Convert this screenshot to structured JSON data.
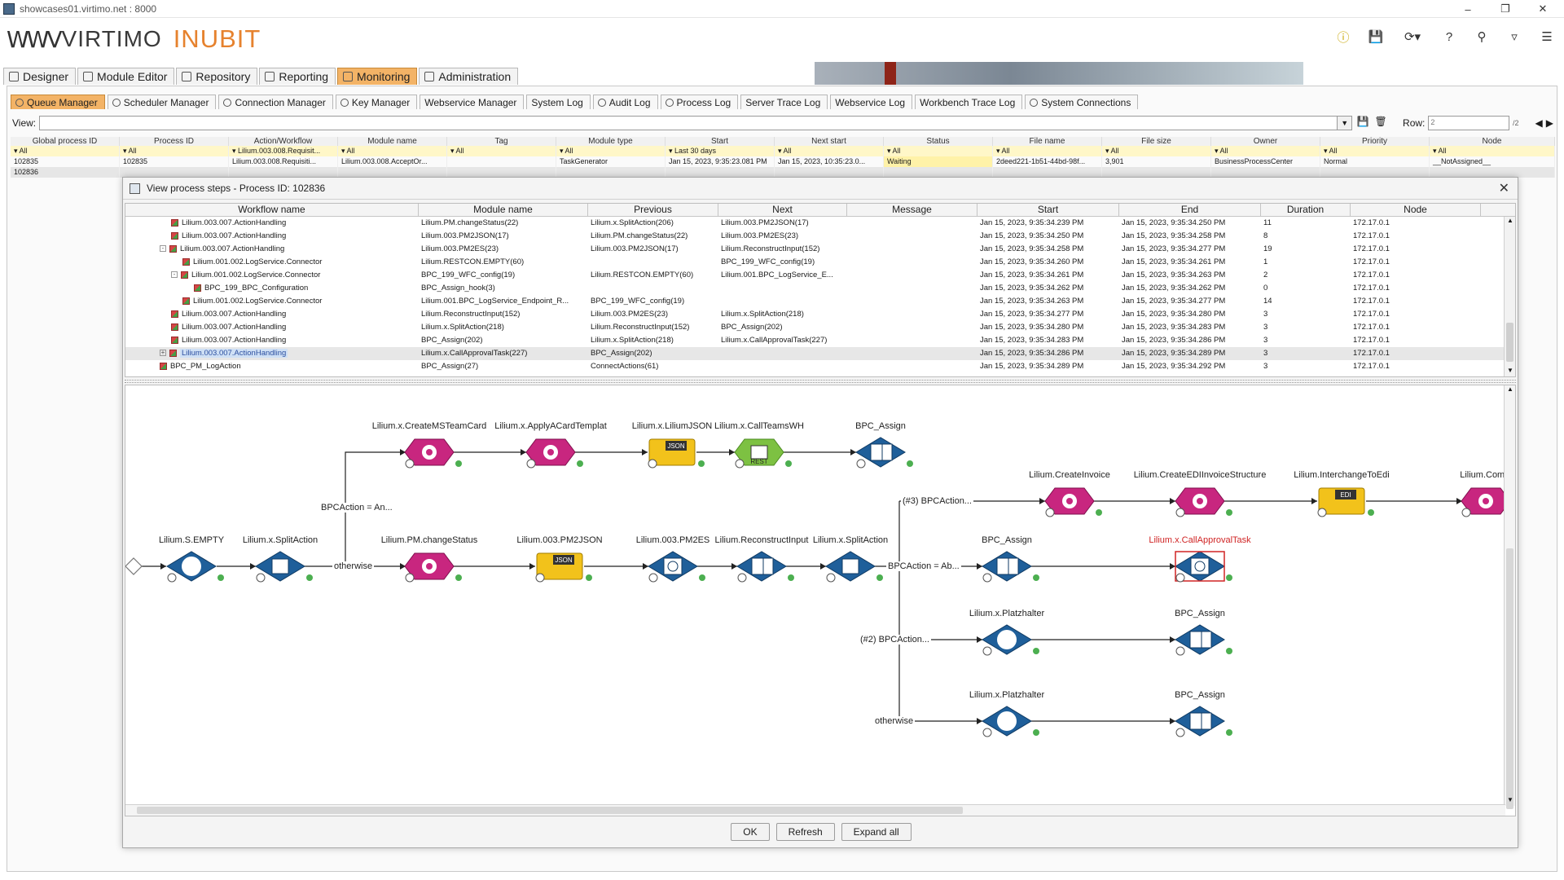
{
  "window": {
    "title": "showcases01.virtimo.net : 8000"
  },
  "brand": {
    "mark": "WWV",
    "name": "VIRTIMO",
    "product": "INUBIT"
  },
  "main_tabs": [
    {
      "label": "Designer"
    },
    {
      "label": "Module Editor"
    },
    {
      "label": "Repository"
    },
    {
      "label": "Reporting"
    },
    {
      "label": "Monitoring",
      "active": true
    },
    {
      "label": "Administration"
    }
  ],
  "sub_tabs": [
    {
      "label": "Queue Manager",
      "active": true
    },
    {
      "label": "Scheduler Manager"
    },
    {
      "label": "Connection Manager"
    },
    {
      "label": "Key Manager"
    },
    {
      "label": "Webservice Manager"
    },
    {
      "label": "System Log"
    },
    {
      "label": "Audit Log"
    },
    {
      "label": "Process Log"
    },
    {
      "label": "Server Trace Log"
    },
    {
      "label": "Webservice Log"
    },
    {
      "label": "Workbench Trace Log"
    },
    {
      "label": "System Connections"
    }
  ],
  "view_bar": {
    "view_label": "View:",
    "row_label": "Row:",
    "row_value": "2",
    "row_total": "/2"
  },
  "outer_table": {
    "headers": [
      "Global process ID",
      "Process ID",
      "Action/Workflow",
      "Module name",
      "Tag",
      "Module type",
      "Start",
      "Next start",
      "Status",
      "File name",
      "File size",
      "Owner",
      "Priority",
      "Node"
    ],
    "filters": [
      "All",
      "All",
      "Lilium.003.008.Requisit...",
      "All",
      "All",
      "All",
      "Last 30 days",
      "All",
      "All",
      "All",
      "All",
      "All",
      "All",
      "All"
    ],
    "rows": [
      [
        "102835",
        "102835",
        "Lilium.003.008.Requisiti...",
        "Lilium.003.008.AcceptOr...",
        "",
        "TaskGenerator",
        "Jan 15, 2023, 9:35:23.081 PM",
        "Jan 15, 2023, 10:35:23.0...",
        "Waiting",
        "2deed221-1b51-44bd-98f...",
        "3,901",
        "BusinessProcessCenter",
        "Normal",
        "__NotAssigned__"
      ],
      [
        "102836",
        "",
        "",
        "",
        "",
        "",
        "",
        "",
        "",
        "",
        "",
        "",
        "",
        ""
      ]
    ]
  },
  "dialog": {
    "title": "View process steps - Process ID: 102836",
    "headers": [
      "Workflow name",
      "Module name",
      "Previous",
      "Next",
      "Message",
      "Start",
      "End",
      "Duration",
      "Node"
    ],
    "rows": [
      {
        "indent": 4,
        "wf": "Lilium.003.007.ActionHandling",
        "module": "Lilium.PM.changeStatus(22)",
        "prev": "Lilium.x.SplitAction(206)",
        "next": "Lilium.003.PM2JSON(17)",
        "msg": "",
        "start": "Jan 15, 2023, 9:35:34.239 PM",
        "end": "Jan 15, 2023, 9:35:34.250 PM",
        "dur": "11",
        "node": "172.17.0.1"
      },
      {
        "indent": 4,
        "wf": "Lilium.003.007.ActionHandling",
        "module": "Lilium.003.PM2JSON(17)",
        "prev": "Lilium.PM.changeStatus(22)",
        "next": "Lilium.003.PM2ES(23)",
        "msg": "",
        "start": "Jan 15, 2023, 9:35:34.250 PM",
        "end": "Jan 15, 2023, 9:35:34.258 PM",
        "dur": "8",
        "node": "172.17.0.1"
      },
      {
        "indent": 3,
        "exp": "-",
        "wf": "Lilium.003.007.ActionHandling",
        "module": "Lilium.003.PM2ES(23)",
        "prev": "Lilium.003.PM2JSON(17)",
        "next": "Lilium.ReconstructInput(152)",
        "msg": "",
        "start": "Jan 15, 2023, 9:35:34.258 PM",
        "end": "Jan 15, 2023, 9:35:34.277 PM",
        "dur": "19",
        "node": "172.17.0.1"
      },
      {
        "indent": 5,
        "wf": "Lilium.001.002.LogService.Connector",
        "module": "Lilium.RESTCON.EMPTY(60)",
        "prev": "",
        "next": "BPC_199_WFC_config(19)",
        "msg": "",
        "start": "Jan 15, 2023, 9:35:34.260 PM",
        "end": "Jan 15, 2023, 9:35:34.261 PM",
        "dur": "1",
        "node": "172.17.0.1"
      },
      {
        "indent": 4,
        "exp": "-",
        "wf": "Lilium.001.002.LogService.Connector",
        "module": "BPC_199_WFC_config(19)",
        "prev": "Lilium.RESTCON.EMPTY(60)",
        "next": "Lilium.001.BPC_LogService_E...",
        "msg": "",
        "start": "Jan 15, 2023, 9:35:34.261 PM",
        "end": "Jan 15, 2023, 9:35:34.263 PM",
        "dur": "2",
        "node": "172.17.0.1"
      },
      {
        "indent": 6,
        "wf": "BPC_199_BPC_Configuration",
        "module": "BPC_Assign_hook(3)",
        "prev": "",
        "next": "",
        "msg": "",
        "start": "Jan 15, 2023, 9:35:34.262 PM",
        "end": "Jan 15, 2023, 9:35:34.262 PM",
        "dur": "0",
        "node": "172.17.0.1"
      },
      {
        "indent": 5,
        "wf": "Lilium.001.002.LogService.Connector",
        "module": "Lilium.001.BPC_LogService_Endpoint_R...",
        "prev": "BPC_199_WFC_config(19)",
        "next": "",
        "msg": "",
        "start": "Jan 15, 2023, 9:35:34.263 PM",
        "end": "Jan 15, 2023, 9:35:34.277 PM",
        "dur": "14",
        "node": "172.17.0.1"
      },
      {
        "indent": 4,
        "wf": "Lilium.003.007.ActionHandling",
        "module": "Lilium.ReconstructInput(152)",
        "prev": "Lilium.003.PM2ES(23)",
        "next": "Lilium.x.SplitAction(218)",
        "msg": "",
        "start": "Jan 15, 2023, 9:35:34.277 PM",
        "end": "Jan 15, 2023, 9:35:34.280 PM",
        "dur": "3",
        "node": "172.17.0.1"
      },
      {
        "indent": 4,
        "wf": "Lilium.003.007.ActionHandling",
        "module": "Lilium.x.SplitAction(218)",
        "prev": "Lilium.ReconstructInput(152)",
        "next": "BPC_Assign(202)",
        "msg": "",
        "start": "Jan 15, 2023, 9:35:34.280 PM",
        "end": "Jan 15, 2023, 9:35:34.283 PM",
        "dur": "3",
        "node": "172.17.0.1"
      },
      {
        "indent": 4,
        "wf": "Lilium.003.007.ActionHandling",
        "module": "BPC_Assign(202)",
        "prev": "Lilium.x.SplitAction(218)",
        "next": "Lilium.x.CallApprovalTask(227)",
        "msg": "",
        "start": "Jan 15, 2023, 9:35:34.283 PM",
        "end": "Jan 15, 2023, 9:35:34.286 PM",
        "dur": "3",
        "node": "172.17.0.1"
      },
      {
        "indent": 3,
        "exp": "+",
        "sel": true,
        "wf": "Lilium.003.007.ActionHandling",
        "module": "Lilium.x.CallApprovalTask(227)",
        "prev": "BPC_Assign(202)",
        "next": "",
        "msg": "",
        "start": "Jan 15, 2023, 9:35:34.286 PM",
        "end": "Jan 15, 2023, 9:35:34.289 PM",
        "dur": "3",
        "node": "172.17.0.1"
      },
      {
        "indent": 3,
        "wf": "BPC_PM_LogAction",
        "module": "BPC_Assign(27)",
        "prev": "ConnectActions(61)",
        "next": "",
        "msg": "",
        "start": "Jan 15, 2023, 9:35:34.289 PM",
        "end": "Jan 15, 2023, 9:35:34.292 PM",
        "dur": "3",
        "node": "172.17.0.1"
      }
    ],
    "buttons": {
      "ok": "OK",
      "refresh": "Refresh",
      "expand_all": "Expand all"
    }
  },
  "diagram": {
    "nodes": [
      {
        "id": "n1",
        "label": "Lilium.x.CreateMSTeamCard",
        "kind": "magenta"
      },
      {
        "id": "n2",
        "label": "Lilium.x.ApplyACardTemplat",
        "kind": "magenta"
      },
      {
        "id": "n3",
        "label": "Lilium.x.LiliumJSON",
        "kind": "yellow",
        "badge": "JSON"
      },
      {
        "id": "n4",
        "label": "Lilium.x.CallTeamsWH",
        "kind": "green",
        "badge": "REST"
      },
      {
        "id": "n5",
        "label": "BPC_Assign",
        "kind": "blue-doc"
      },
      {
        "id": "n6",
        "label": "Lilium.S.EMPTY",
        "kind": "blue-circle"
      },
      {
        "id": "n7",
        "label": "Lilium.x.SplitAction",
        "kind": "blue-split"
      },
      {
        "id": "n8",
        "label": "Lilium.PM.changeStatus",
        "kind": "magenta"
      },
      {
        "id": "n9",
        "label": "Lilium.003.PM2JSON",
        "kind": "yellow",
        "badge": "JSON"
      },
      {
        "id": "n10",
        "label": "Lilium.003.PM2ES",
        "kind": "blue-clock"
      },
      {
        "id": "n11",
        "label": "Lilium.ReconstructInput",
        "kind": "blue-doc"
      },
      {
        "id": "n12",
        "label": "Lilium.x.SplitAction",
        "kind": "blue-split"
      },
      {
        "id": "n13",
        "label": "Lilium.CreateInvoice",
        "kind": "magenta"
      },
      {
        "id": "n14",
        "label": "Lilium.CreateEDIInvoiceStructure",
        "kind": "magenta"
      },
      {
        "id": "n15",
        "label": "Lilium.InterchangeToEdi",
        "kind": "yellow",
        "badge": "EDI"
      },
      {
        "id": "n16",
        "label": "Lilium.Combi",
        "kind": "magenta"
      },
      {
        "id": "n17",
        "label": "BPC_Assign",
        "kind": "blue-doc"
      },
      {
        "id": "n18",
        "label": "Lilium.x.CallApprovalTask",
        "kind": "blue-clock",
        "highlight": true
      },
      {
        "id": "n19",
        "label": "Lilium.x.Platzhalter",
        "kind": "blue-circle"
      },
      {
        "id": "n20",
        "label": "BPC_Assign",
        "kind": "blue-doc"
      },
      {
        "id": "n21",
        "label": "Lilium.x.Platzhalter",
        "kind": "blue-circle"
      },
      {
        "id": "n22",
        "label": "BPC_Assign",
        "kind": "blue-doc"
      }
    ],
    "edge_labels": [
      {
        "id": "e1",
        "text": "BPCAction = An..."
      },
      {
        "id": "e2",
        "text": "otherwise"
      },
      {
        "id": "e3",
        "text": "(#3) BPCAction..."
      },
      {
        "id": "e4",
        "text": "BPCAction = Ab..."
      },
      {
        "id": "e5",
        "text": "(#2) BPCAction..."
      },
      {
        "id": "e6",
        "text": "otherwise"
      }
    ],
    "colors": {
      "magenta": "#c8267f",
      "blue": "#1f5f9a",
      "yellow": "#f2c21b",
      "green": "#7dc142",
      "highlight": "#d02424"
    }
  }
}
